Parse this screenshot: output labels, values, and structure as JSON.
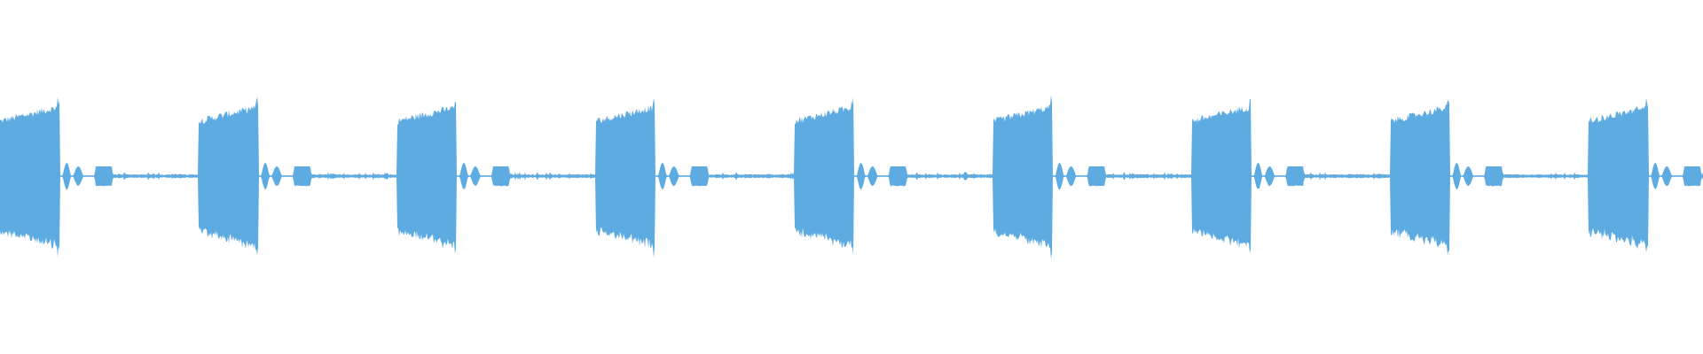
{
  "waveform": {
    "color": "#5eabe2",
    "background": "#ffffff",
    "pattern": {
      "repeat_count": 9,
      "period_fraction_of_width": 0.1166,
      "segments": [
        {
          "kind": "burst",
          "start": 0.0,
          "length": 0.3,
          "amp_start": 0.62,
          "amp_end": 0.78,
          "noise": 0.08
        },
        {
          "kind": "bulb",
          "start": 0.316,
          "length": 0.04,
          "amp": 0.14
        },
        {
          "kind": "bulb",
          "start": 0.37,
          "length": 0.048,
          "amp": 0.1
        },
        {
          "kind": "block",
          "start": 0.475,
          "length": 0.095,
          "amp": 0.11
        },
        {
          "kind": "silence",
          "start": 0.57,
          "length": 0.43,
          "amp": 0.012
        }
      ]
    }
  }
}
